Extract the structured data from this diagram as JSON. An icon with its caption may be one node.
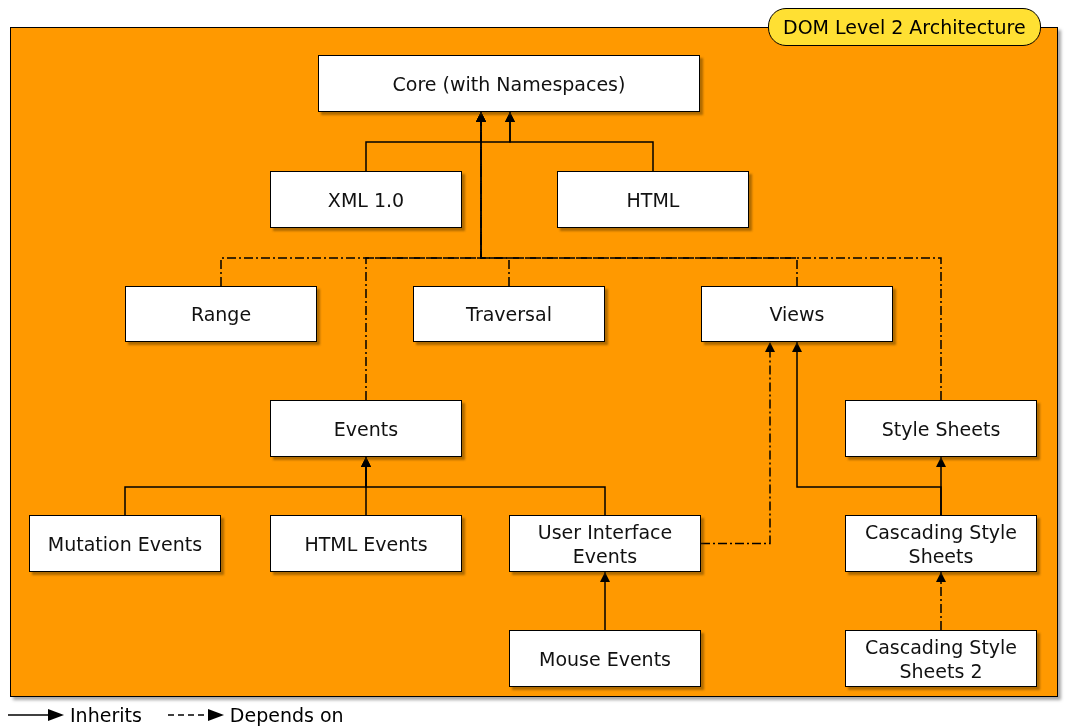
{
  "diagram": {
    "title": "DOM Level 2 Architecture",
    "nodes": [
      {
        "text": [
          "Core (with Namespaces)"
        ]
      },
      {
        "text": [
          "XML 1.0"
        ]
      },
      {
        "text": [
          "HTML"
        ]
      },
      {
        "text": [
          "Range"
        ]
      },
      {
        "text": [
          "Traversal"
        ]
      },
      {
        "text": [
          "Views"
        ]
      },
      {
        "text": [
          "Events"
        ]
      },
      {
        "text": [
          "Style Sheets"
        ]
      },
      {
        "text": [
          "Mutation Events"
        ]
      },
      {
        "text": [
          "HTML Events"
        ]
      },
      {
        "text": [
          "User Interface Events"
        ]
      },
      {
        "text": [
          "Cascading Style Sheets"
        ]
      },
      {
        "text": [
          "Mouse Events"
        ]
      },
      {
        "text": [
          "Cascading Style Sheets 2"
        ]
      }
    ],
    "edges": [
      {
        "from": 1,
        "to": 0,
        "arrow": "to"
      },
      {
        "from": 2,
        "to": 0,
        "arrow": "to"
      },
      {
        "from": 3,
        "to": 0,
        "arrow": "to",
        "style": "dashed"
      },
      {
        "from": 6,
        "to": 0,
        "arrow": "to",
        "style": "dashed"
      },
      {
        "from": 4,
        "to": 0,
        "arrow": "to",
        "style": "dashed"
      },
      {
        "from": 5,
        "to": 0,
        "arrow": "to",
        "style": "dashed"
      },
      {
        "from": 7,
        "to": 0,
        "arrow": "to",
        "style": "dashed"
      },
      {
        "from": 8,
        "to": 6,
        "arrow": "to"
      },
      {
        "from": 9,
        "to": 6,
        "arrow": "to"
      },
      {
        "from": 10,
        "to": 6,
        "arrow": "to"
      },
      {
        "from": 10,
        "to": 5,
        "arrow": "to",
        "style": "dashed"
      },
      {
        "from": 11,
        "to": 5,
        "arrow": "to"
      },
      {
        "from": 11,
        "to": 7,
        "arrow": "to"
      },
      {
        "from": 12,
        "to": 10,
        "arrow": "to"
      },
      {
        "from": 13,
        "to": 11,
        "arrow": "to",
        "style": "dashed"
      }
    ],
    "legend": [
      {
        "text": "Inherits"
      },
      {
        "text": "Depends on"
      }
    ]
  }
}
